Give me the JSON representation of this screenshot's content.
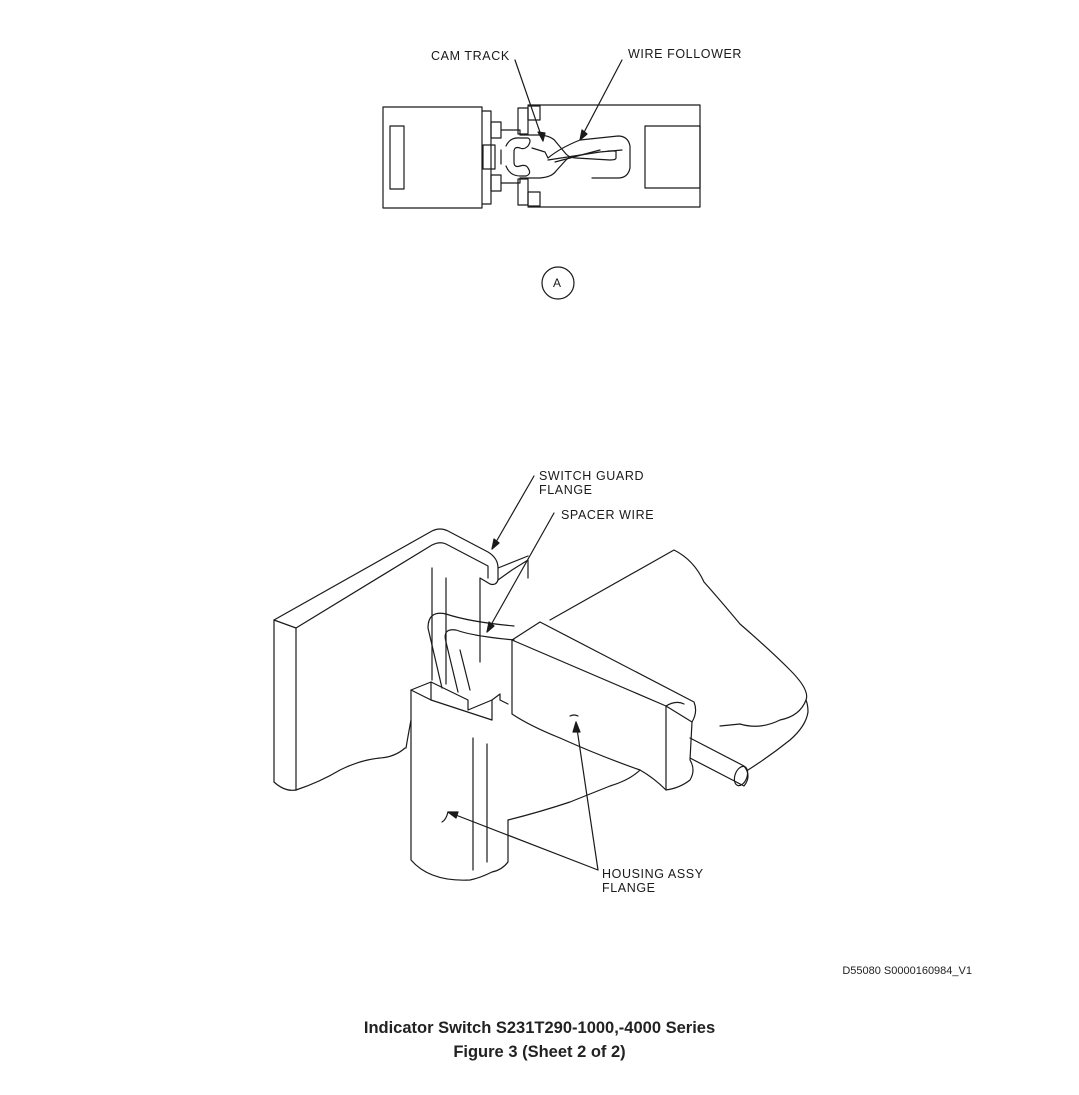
{
  "detail_view": {
    "labels": {
      "cam_track": "CAM TRACK",
      "wire_follower": "WIRE FOLLOWER"
    },
    "view_marker": "A"
  },
  "iso_view": {
    "labels": {
      "switch_guard_flange_1": "SWITCH GUARD",
      "switch_guard_flange_2": "FLANGE",
      "spacer_wire": "SPACER WIRE",
      "housing_assy_flange_1": "HOUSING ASSY",
      "housing_assy_flange_2": "FLANGE"
    }
  },
  "figure_id": "D55080 S0000160984_V1",
  "caption": {
    "line1": "Indicator Switch S231T290-1000,-4000 Series",
    "line2": "Figure 3  (Sheet 2 of 2)"
  }
}
